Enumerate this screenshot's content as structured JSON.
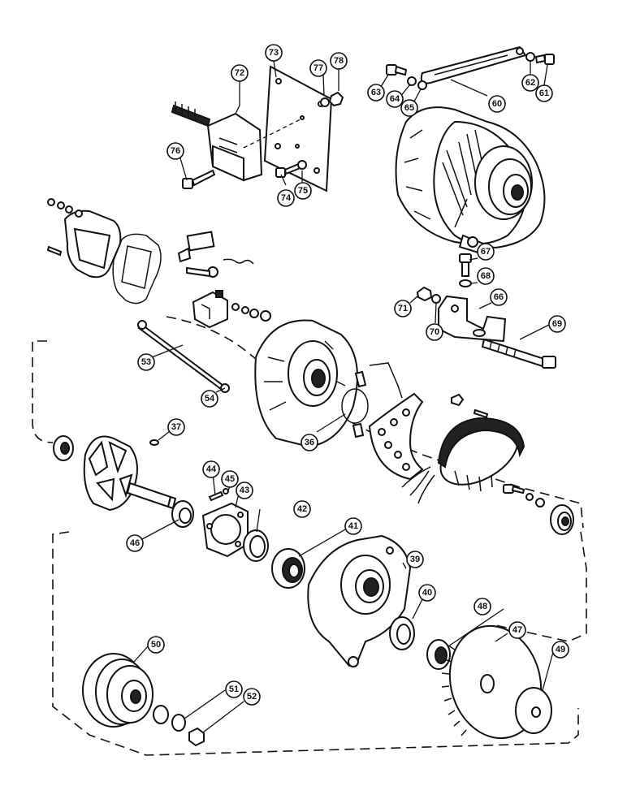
{
  "diagram": {
    "callouts": [
      "72",
      "73",
      "77",
      "78",
      "76",
      "74",
      "75",
      "63",
      "64",
      "65",
      "60",
      "62",
      "61",
      "67",
      "68",
      "71",
      "70",
      "66",
      "69",
      "53",
      "54",
      "36",
      "37",
      "44",
      "45",
      "43",
      "42",
      "41",
      "46",
      "39",
      "40",
      "48",
      "47",
      "49",
      "50",
      "51",
      "52"
    ]
  }
}
